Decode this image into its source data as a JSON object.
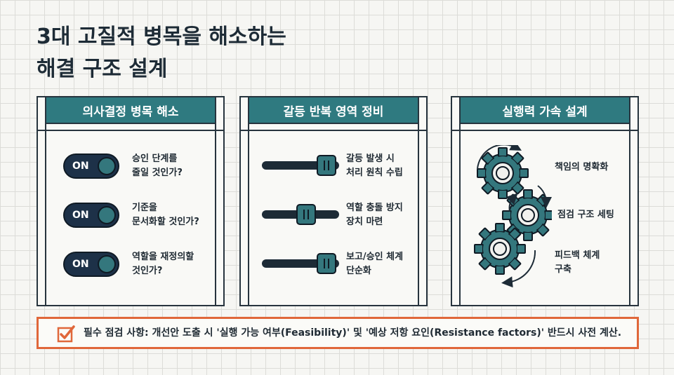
{
  "title": {
    "line1": "3대 고질적 병목을 해소하는",
    "line2": "해결 구조 설계"
  },
  "panels": [
    {
      "header": "의사결정 병목 해소",
      "items": [
        {
          "toggle": "ON",
          "line1": "승인 단계를",
          "line2": "줄일 것인가?"
        },
        {
          "toggle": "ON",
          "line1": "기준을",
          "line2": "문서화할 것인가?"
        },
        {
          "toggle": "ON",
          "line1": "역할을 재정의할",
          "line2": "것인가?"
        }
      ]
    },
    {
      "header": "갈등 반복 영역 정비",
      "items": [
        {
          "line1": "갈등 발생 시",
          "line2": "처리 원칙 수립",
          "level": 0.95
        },
        {
          "line1": "역할 충돌 방지",
          "line2": "장치 마련",
          "level": 0.6
        },
        {
          "line1": "보고/승인 체계",
          "line2": "단순화",
          "level": 0.95
        }
      ]
    },
    {
      "header": "실행력 가속 설계",
      "items": [
        {
          "line1": "책임의 명확화",
          "line2": ""
        },
        {
          "line1": "점검 구조 세팅",
          "line2": ""
        },
        {
          "line1": "피드백 체계",
          "line2": "구축"
        }
      ]
    }
  ],
  "notice": {
    "text": "필수 점검 사항: 개선안 도출 시 '실행 가능 여부(Feasibility)' 및 '예상 저항 요인(Resistance factors)' 반드시 사전 계산."
  },
  "icons": {
    "check": "checkbox-check-icon",
    "gear": "gear-icon",
    "arrow": "cycle-arrow-icon"
  },
  "colors": {
    "teal": "#2f7a80",
    "navy": "#1d3148",
    "orange": "#e0673a",
    "dark": "#1d2b36"
  }
}
